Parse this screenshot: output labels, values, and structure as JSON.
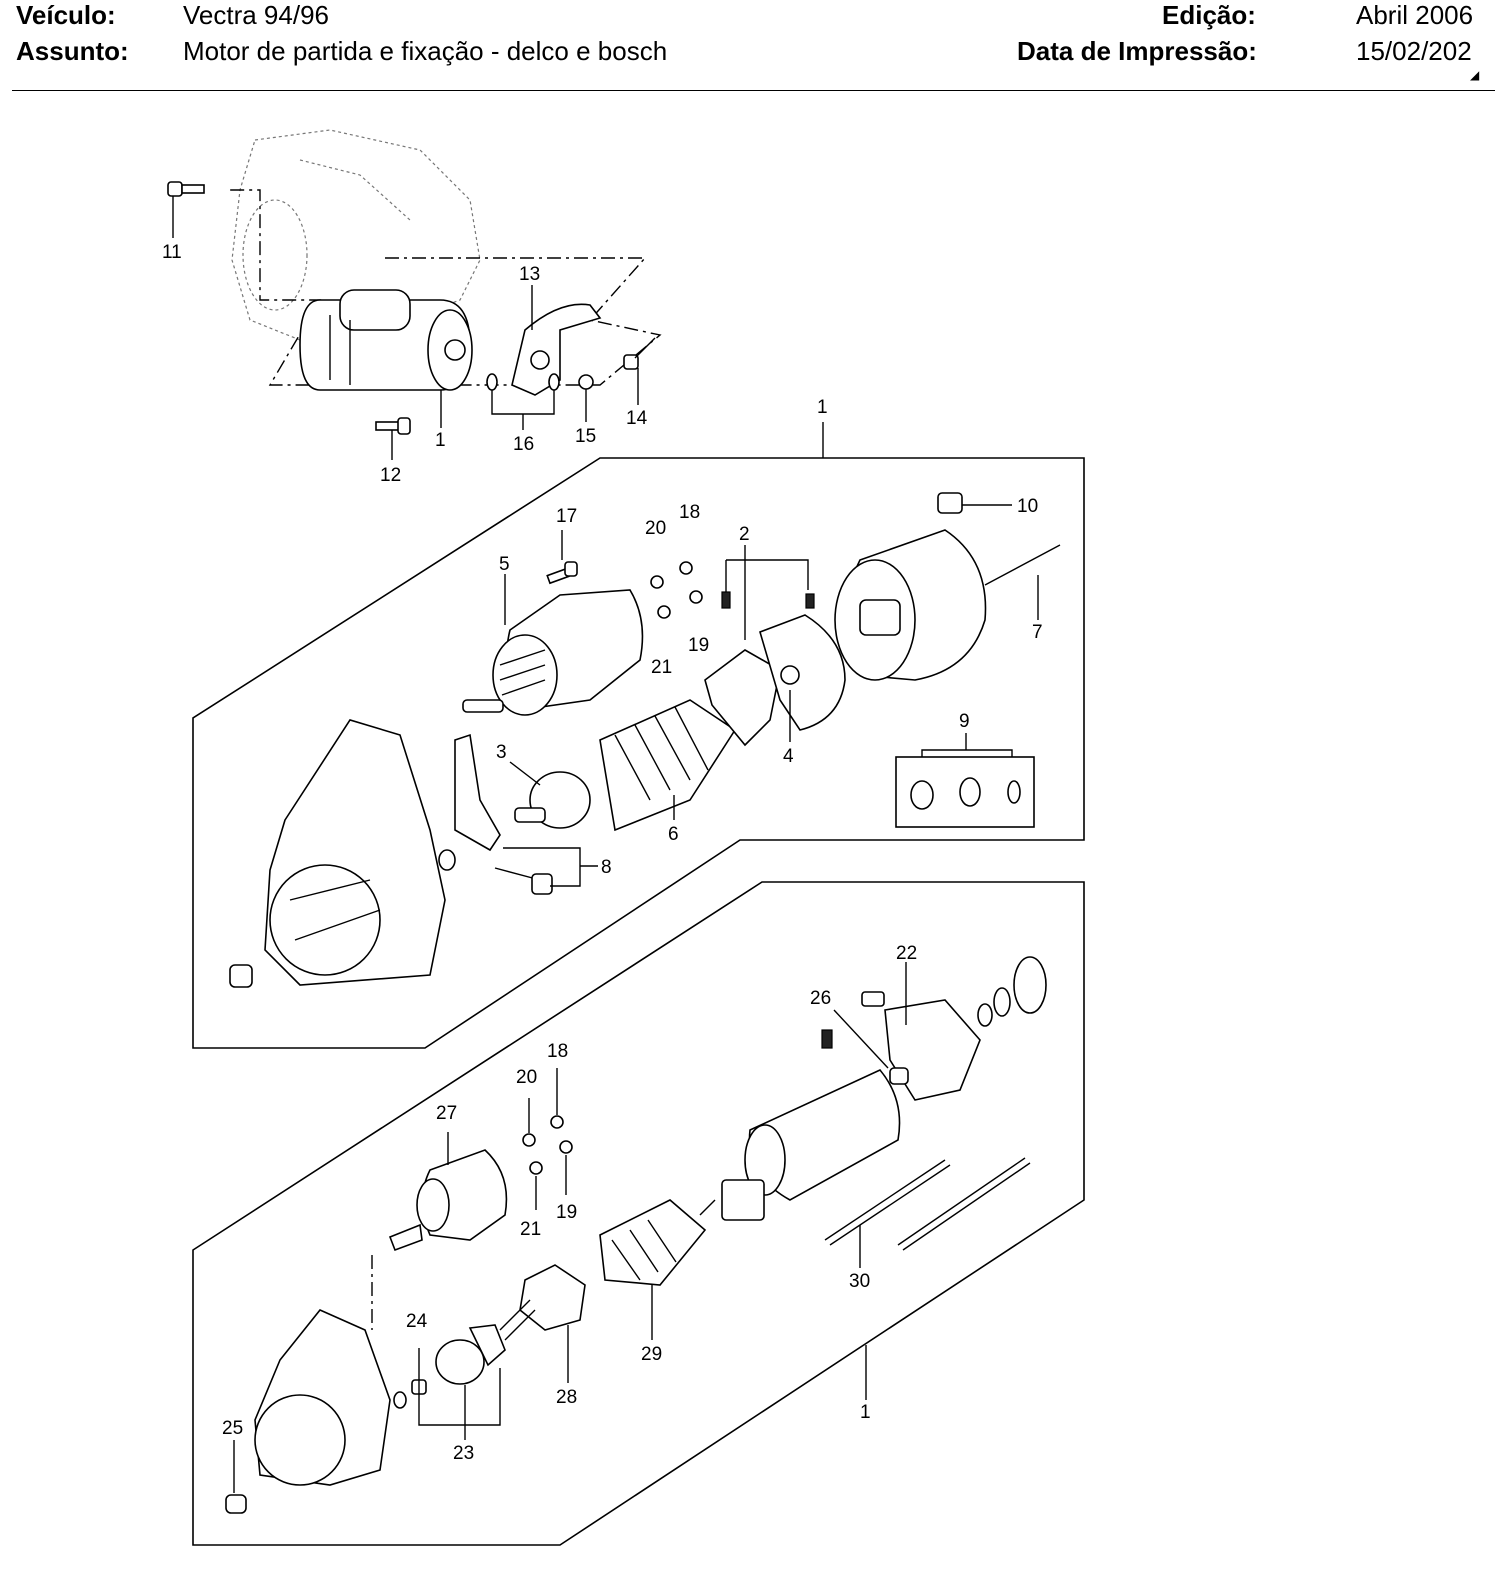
{
  "header": {
    "vehicle_label": "Veículo:",
    "vehicle_value": "Vectra 94/96",
    "subject_label": "Assunto:",
    "subject_value": "Motor de partida e fixação - delco e bosch",
    "edition_label": "Edição:",
    "edition_value": "Abril 2006",
    "print_date_label": "Data de Impressão:",
    "print_date_value": "15/02/202"
  },
  "callouts": {
    "c1a": "1",
    "c1b": "1",
    "c1c": "1",
    "c2": "2",
    "c3": "3",
    "c4": "4",
    "c5": "5",
    "c6": "6",
    "c7": "7",
    "c8": "8",
    "c9": "9",
    "c10": "10",
    "c11": "11",
    "c12": "12",
    "c13": "13",
    "c14": "14",
    "c15": "15",
    "c16": "16",
    "c17": "17",
    "c18a": "18",
    "c18b": "18",
    "c19a": "19",
    "c19b": "19",
    "c20a": "20",
    "c20b": "20",
    "c21a": "21",
    "c21b": "21",
    "c22": "22",
    "c23": "23",
    "c24": "24",
    "c25": "25",
    "c26": "26",
    "c27": "27",
    "c28": "28",
    "c29": "29",
    "c30": "30"
  }
}
